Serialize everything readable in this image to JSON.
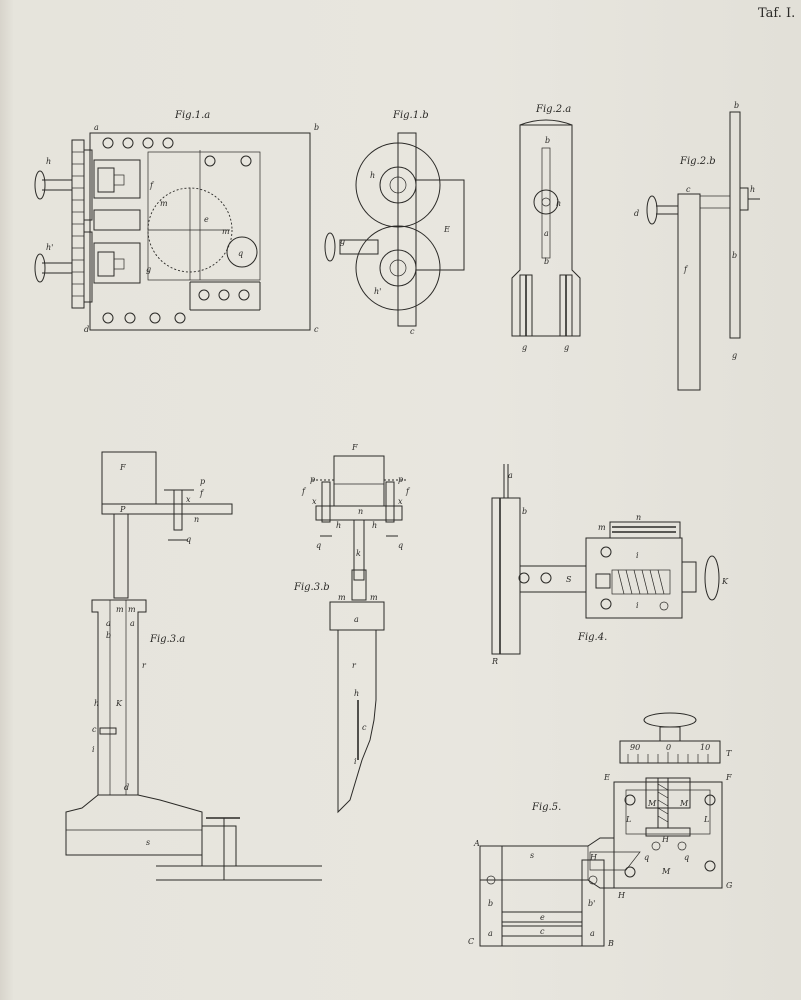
{
  "plate": {
    "label": "Taf. I."
  },
  "figures": {
    "fig1a": "Fig.1.a",
    "fig1b": "Fig.1.b",
    "fig2a": "Fig.2.a",
    "fig2b": "Fig.2.b",
    "fig3a": "Fig.3.a",
    "fig3b": "Fig.3.b",
    "fig4": "Fig.4.",
    "fig5": "Fig.5."
  },
  "labels": {
    "f1a": [
      "a",
      "b",
      "c",
      "d",
      "h",
      "h'",
      "f",
      "g",
      "e",
      "m",
      "m",
      "q"
    ],
    "f1b": [
      "E",
      "h",
      "h'",
      "g",
      "c"
    ],
    "f2a": [
      "b",
      "h",
      "a",
      "b",
      "g",
      "g"
    ],
    "f2b": [
      "b",
      "c",
      "h",
      "d",
      "f",
      "b",
      "g"
    ],
    "f3a": [
      "F",
      "p",
      "f",
      "x",
      "n",
      "P",
      "q",
      "m",
      "m",
      "a",
      "a",
      "b",
      "r",
      "h",
      "K",
      "c",
      "i",
      "d",
      "s"
    ],
    "f3b": [
      "F",
      "p",
      "p",
      "f",
      "f",
      "x",
      "x",
      "h",
      "h",
      "n",
      "q",
      "q",
      "k",
      "m",
      "m",
      "a",
      "r",
      "h",
      "c",
      "i"
    ],
    "f4": [
      "a",
      "b",
      "m",
      "n",
      "i",
      "S",
      "K",
      "i",
      "R"
    ],
    "f5": [
      "90",
      "0",
      "10",
      "T",
      "E",
      "F",
      "M",
      "M",
      "L",
      "L",
      "H",
      "q",
      "q",
      "A",
      "s",
      "H",
      "H",
      "M",
      "G",
      "b",
      "b'",
      "a",
      "a",
      "e",
      "c",
      "C",
      "B"
    ]
  }
}
